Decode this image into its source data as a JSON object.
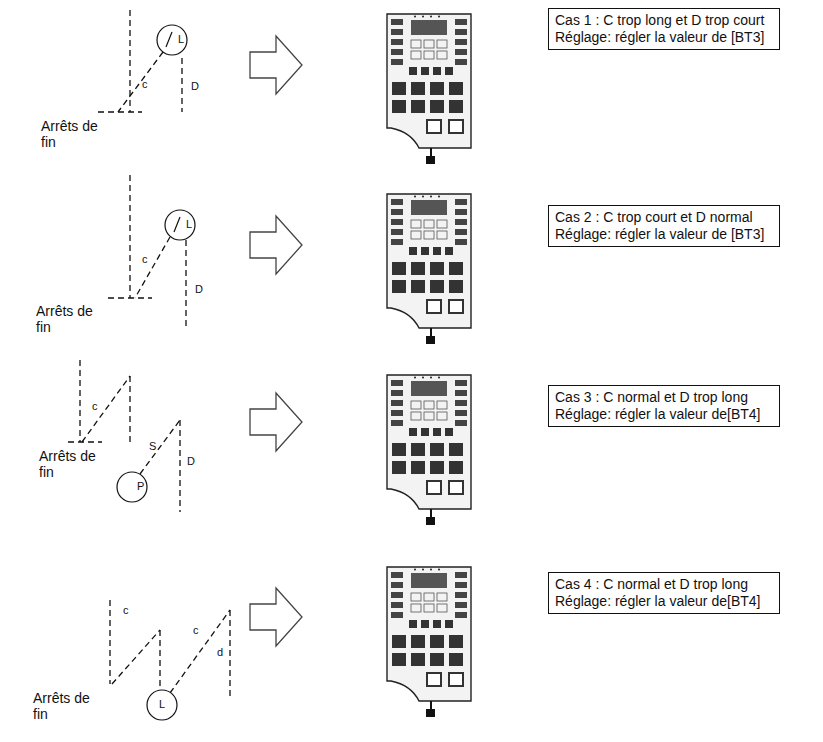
{
  "diagram": {
    "nodes": [
      {
        "text": [
          "Cas 1 : C trop long et D trop court",
          "Réglage: régler la valeur de [BT3]"
        ]
      },
      {
        "text": [
          "Cas 2 : C trop court et D normal",
          "Réglage: régler la valeur de [BT3]"
        ]
      },
      {
        "text": [
          "Cas 3 : C normal et D trop long",
          "Réglage: régler la valeur de[BT4]"
        ]
      },
      {
        "text": [
          "Cas 4 : C normal et D trop long",
          "Réglage: régler la valeur de[BT4]"
        ]
      }
    ],
    "labels": [
      "c",
      "L",
      "D",
      "Arrêts de fin",
      "c",
      "L",
      "D",
      "Arrêts de fin",
      "c",
      "S",
      "D",
      "P",
      "Arrêts de fin",
      "c",
      "c",
      "d",
      "L",
      "Arrêts de fin"
    ]
  }
}
